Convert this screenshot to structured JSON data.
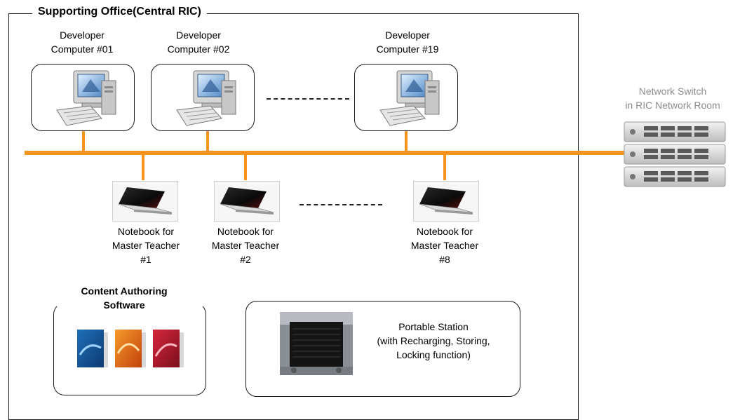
{
  "office": {
    "title": "Supporting Office(Central RIC)"
  },
  "developers": [
    {
      "line1": "Developer",
      "line2": "Computer #01"
    },
    {
      "line1": "Developer",
      "line2": "Computer #02"
    },
    {
      "line1": "Developer",
      "line2": "Computer #19"
    }
  ],
  "switch": {
    "line1": "Network Switch",
    "line2": "in RIC Network Room"
  },
  "notebooks": [
    {
      "line1": "Notebook for",
      "line2": "Master Teacher",
      "line3": "#1"
    },
    {
      "line1": "Notebook for",
      "line2": "Master Teacher",
      "line3": "#2"
    },
    {
      "line1": "Notebook for",
      "line2": "Master Teacher",
      "line3": "#8"
    }
  ],
  "software": {
    "line1": "Content Authoring",
    "line2": "Software"
  },
  "station": {
    "line1": "Portable Station",
    "line2": "(with Recharging, Storing,",
    "line3": "Locking function)"
  },
  "colors": {
    "bus": "#f7941d",
    "frame": "#1a1a1a",
    "switch_label": "#8c8c8c"
  }
}
